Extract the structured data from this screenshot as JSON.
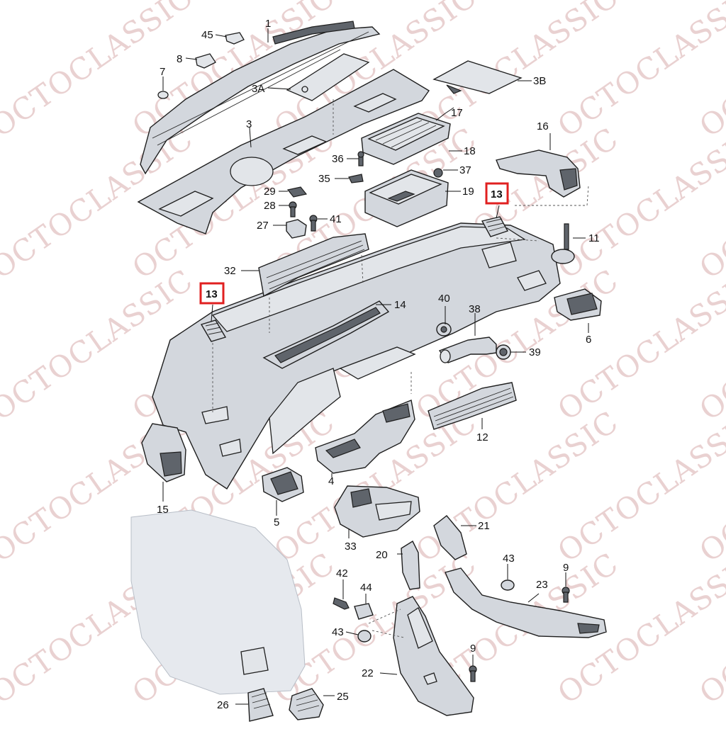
{
  "watermark": "OCTOCLASSIC",
  "callouts": {
    "c1": "1",
    "c3": "3",
    "c3A": "3A",
    "c3B": "3B",
    "c4": "4",
    "c5": "5",
    "c6": "6",
    "c7": "7",
    "c8": "8",
    "c9a": "9",
    "c9b": "9",
    "c11": "11",
    "c12": "12",
    "c13a": "13",
    "c13b": "13",
    "c14": "14",
    "c15": "15",
    "c16": "16",
    "c17": "17",
    "c18": "18",
    "c19": "19",
    "c20": "20",
    "c21": "21",
    "c22": "22",
    "c23": "23",
    "c25": "25",
    "c26": "26",
    "c27": "27",
    "c28": "28",
    "c29": "29",
    "c32": "32",
    "c33": "33",
    "c35": "35",
    "c36": "36",
    "c37": "37",
    "c38": "38",
    "c39": "39",
    "c40": "40",
    "c41": "41",
    "c42": "42",
    "c43a": "43",
    "c43b": "43",
    "c44": "44",
    "c45": "45"
  },
  "colors": {
    "highlight_border": "#e02020",
    "watermark": "#e6c9c9",
    "part_fill": "#d3d7dd"
  }
}
